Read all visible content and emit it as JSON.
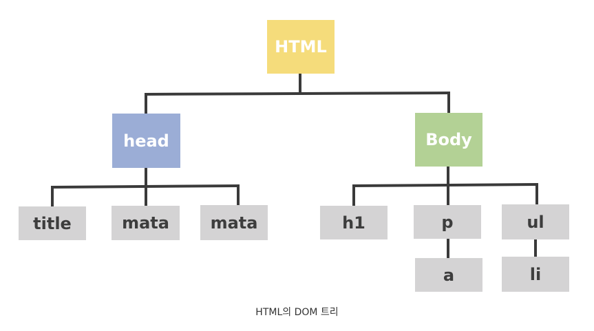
{
  "diagram": {
    "root": "HTML",
    "head": "head",
    "body": "Body",
    "head_children": [
      "title",
      "mata",
      "mata"
    ],
    "body_children": [
      "h1",
      "p",
      "ul"
    ],
    "p_child": "a",
    "ul_child": "li"
  },
  "caption": "HTML의 DOM 트리",
  "colors": {
    "root": "#f5dc7b",
    "head": "#9badd6",
    "body": "#b3d195",
    "leaf": "#d4d3d4",
    "connector": "#3a3a3a"
  }
}
